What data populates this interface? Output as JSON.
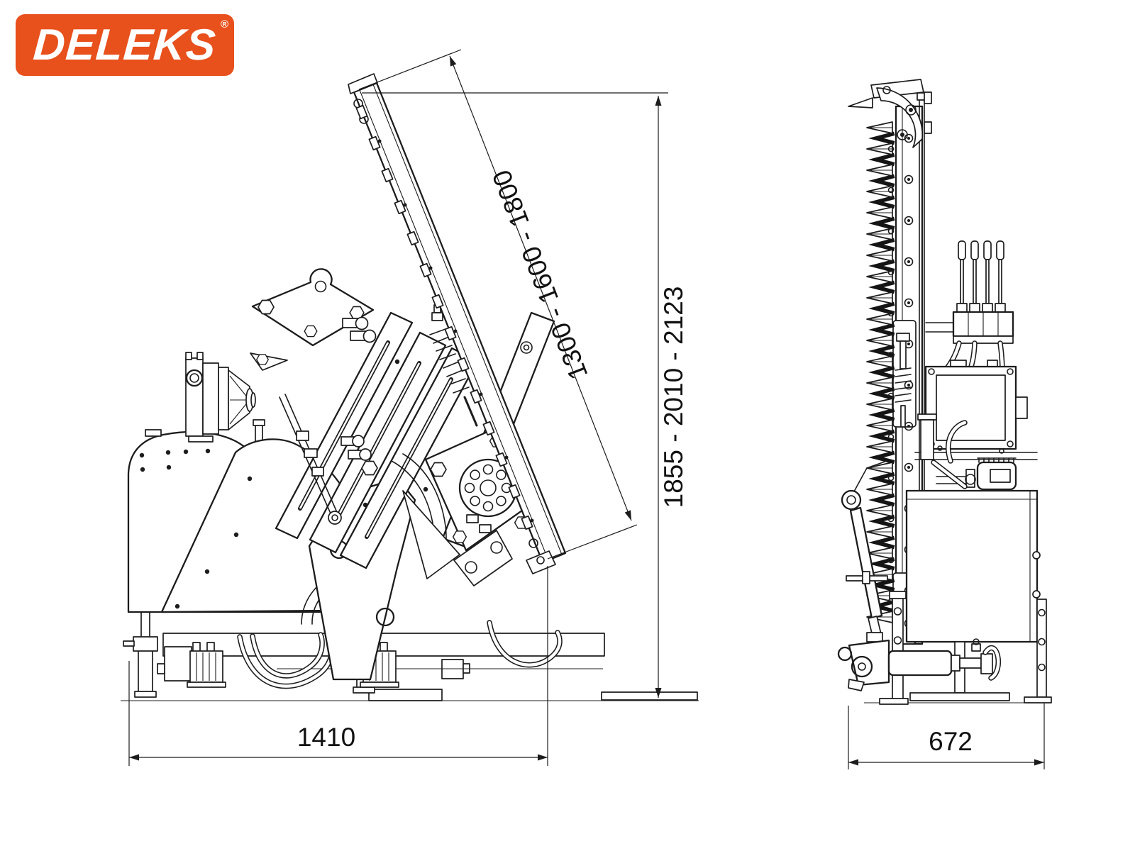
{
  "logo": {
    "text": "DELEKS",
    "registered_mark": "®",
    "background_color": "#E8501C",
    "text_color": "#FFFFFF"
  },
  "drawing": {
    "description": "Technical line drawing of a DELEKS hedge trimmer / sickle bar attachment, side view and front view with overall dimensions (mm)",
    "line_color": "#1c1c1c",
    "background_color": "#FFFFFF",
    "dimensions": {
      "cutter_bar_length": "1300 - 1600 - 1800",
      "overall_height": "1855 - 2010 - 2123",
      "overall_width": "1410",
      "overall_depth": "672"
    }
  }
}
